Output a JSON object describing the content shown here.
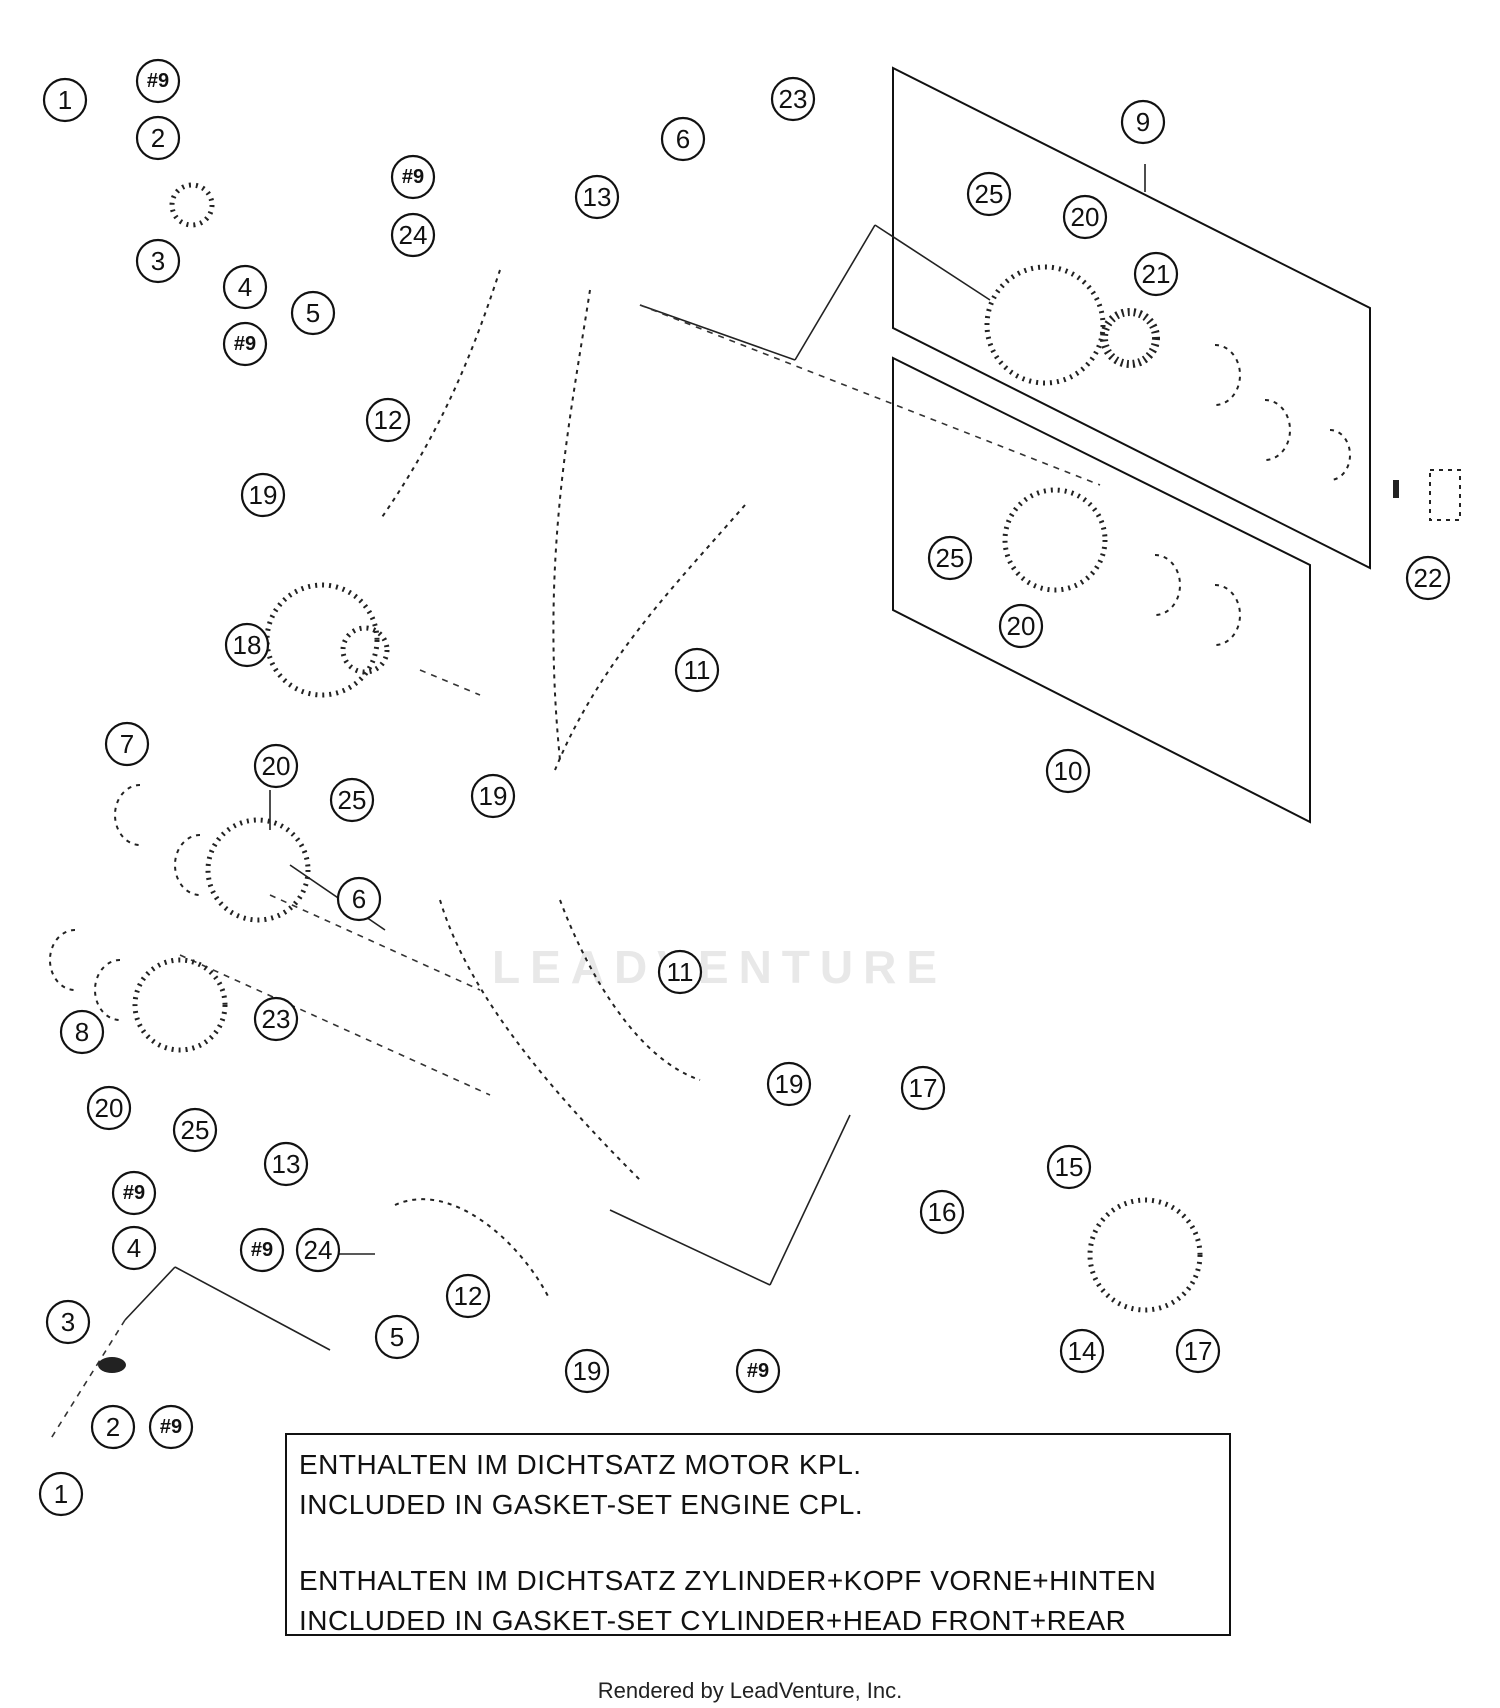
{
  "callouts": [
    {
      "label": "1"
    },
    {
      "label": "#9"
    },
    {
      "label": "2"
    },
    {
      "label": "3"
    },
    {
      "label": "4"
    },
    {
      "label": "#9"
    },
    {
      "label": "5"
    },
    {
      "label": "#9"
    },
    {
      "label": "24"
    },
    {
      "label": "12"
    },
    {
      "label": "19"
    },
    {
      "label": "18"
    },
    {
      "label": "13"
    },
    {
      "label": "6"
    },
    {
      "label": "23"
    },
    {
      "label": "9"
    },
    {
      "label": "25"
    },
    {
      "label": "20"
    },
    {
      "label": "21"
    },
    {
      "label": "22"
    },
    {
      "label": "25"
    },
    {
      "label": "20"
    },
    {
      "label": "10"
    },
    {
      "label": "11"
    },
    {
      "label": "19"
    },
    {
      "label": "7"
    },
    {
      "label": "20"
    },
    {
      "label": "25"
    },
    {
      "label": "6"
    },
    {
      "label": "8"
    },
    {
      "label": "23"
    },
    {
      "label": "20"
    },
    {
      "label": "25"
    },
    {
      "label": "11"
    },
    {
      "label": "19"
    },
    {
      "label": "17"
    },
    {
      "label": "13"
    },
    {
      "label": "15"
    },
    {
      "label": "16"
    },
    {
      "label": "#9"
    },
    {
      "label": "4"
    },
    {
      "label": "#9"
    },
    {
      "label": "24"
    },
    {
      "label": "12"
    },
    {
      "label": "3"
    },
    {
      "label": "5"
    },
    {
      "label": "19"
    },
    {
      "label": "#9"
    },
    {
      "label": "14"
    },
    {
      "label": "17"
    },
    {
      "label": "2"
    },
    {
      "label": "#9"
    },
    {
      "label": "1"
    }
  ],
  "note": {
    "line1": "ENTHALTEN IM DICHTSATZ MOTOR KPL.",
    "line2": "INCLUDED IN GASKET-SET ENGINE CPL.",
    "line3": "ENTHALTEN IM DICHTSATZ ZYLINDER+KOPF VORNE+HINTEN",
    "line4": "INCLUDED IN GASKET-SET CYLINDER+HEAD FRONT+REAR"
  },
  "footer": "Rendered by LeadVenture, Inc.",
  "watermark": "LEADVENTURE"
}
